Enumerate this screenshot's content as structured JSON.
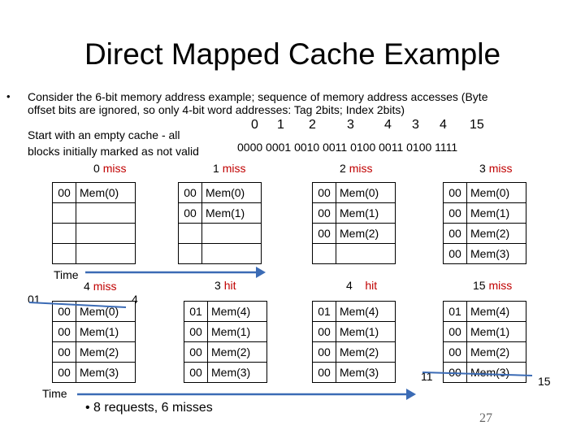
{
  "title": "Direct Mapped Cache Example",
  "bullet_mark": "•",
  "intro_line1": "Consider the 6-bit memory address example; sequence of memory address accesses (Byte",
  "intro_line2": "offset bits are ignored, so only 4-bit word addresses: Tag 2bits; Index 2bits)",
  "start_line1": "Start with an empty cache - all",
  "start_line2": "blocks initially marked as not valid",
  "sequence": [
    "0",
    "1",
    "2",
    "3",
    "4",
    "3",
    "4",
    "15"
  ],
  "binary": "0000 0001 0010 0011 0100 0011 0100 1111",
  "top_row": [
    {
      "addr": "0",
      "status": "miss",
      "rows": [
        {
          "tag": "00",
          "data": "Mem(0)"
        },
        {
          "tag": "",
          "data": ""
        },
        {
          "tag": "",
          "data": ""
        },
        {
          "tag": "",
          "data": ""
        }
      ]
    },
    {
      "addr": "1",
      "status": "miss",
      "rows": [
        {
          "tag": "00",
          "data": "Mem(0)"
        },
        {
          "tag": "00",
          "data": "Mem(1)"
        },
        {
          "tag": "",
          "data": ""
        },
        {
          "tag": "",
          "data": ""
        }
      ]
    },
    {
      "addr": "2",
      "status": "miss",
      "rows": [
        {
          "tag": "00",
          "data": "Mem(0)"
        },
        {
          "tag": "00",
          "data": "Mem(1)"
        },
        {
          "tag": "00",
          "data": "Mem(2)"
        },
        {
          "tag": "",
          "data": ""
        }
      ]
    },
    {
      "addr": "3",
      "status": "miss",
      "rows": [
        {
          "tag": "00",
          "data": "Mem(0)"
        },
        {
          "tag": "00",
          "data": "Mem(1)"
        },
        {
          "tag": "00",
          "data": "Mem(2)"
        },
        {
          "tag": "00",
          "data": "Mem(3)"
        }
      ]
    }
  ],
  "bottom_row": [
    {
      "addr": "4",
      "status": "miss",
      "rows": [
        {
          "tag": "00",
          "data": "Mem(0)"
        },
        {
          "tag": "00",
          "data": "Mem(1)"
        },
        {
          "tag": "00",
          "data": "Mem(2)"
        },
        {
          "tag": "00",
          "data": "Mem(3)"
        }
      ]
    },
    {
      "addr": "3",
      "status": "hit",
      "rows": [
        {
          "tag": "01",
          "data": "Mem(4)"
        },
        {
          "tag": "00",
          "data": "Mem(1)"
        },
        {
          "tag": "00",
          "data": "Mem(2)"
        },
        {
          "tag": "00",
          "data": "Mem(3)"
        }
      ]
    },
    {
      "addr": "4",
      "status": "hit",
      "rows": [
        {
          "tag": "01",
          "data": "Mem(4)"
        },
        {
          "tag": "00",
          "data": "Mem(1)"
        },
        {
          "tag": "00",
          "data": "Mem(2)"
        },
        {
          "tag": "00",
          "data": "Mem(3)"
        }
      ]
    },
    {
      "addr": "15",
      "status": "miss",
      "rows": [
        {
          "tag": "01",
          "data": "Mem(4)"
        },
        {
          "tag": "00",
          "data": "Mem(1)"
        },
        {
          "tag": "00",
          "data": "Mem(2)"
        },
        {
          "tag": "00",
          "data": "Mem(3)"
        }
      ]
    }
  ],
  "time_label": "Time",
  "annot_01": "01",
  "annot_4": "4",
  "annot_11": "11",
  "annot_15": "15",
  "summary": "8 requests, 6 misses",
  "page_number": "27",
  "colors": {
    "miss_hit": "#c00000",
    "arrow": "#3b6bb5"
  }
}
